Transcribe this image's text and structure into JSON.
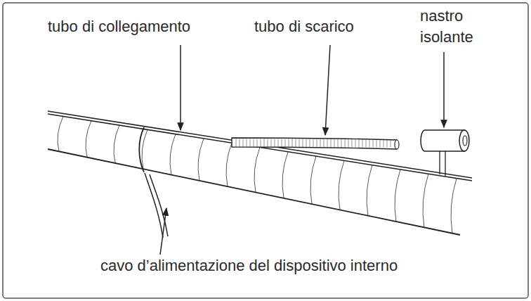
{
  "diagram": {
    "labels": [
      "tubo di collegamento",
      "tubo di scarico",
      "nastro isolante",
      "cavo d’alimentazione del dispositivo interno"
    ]
  }
}
